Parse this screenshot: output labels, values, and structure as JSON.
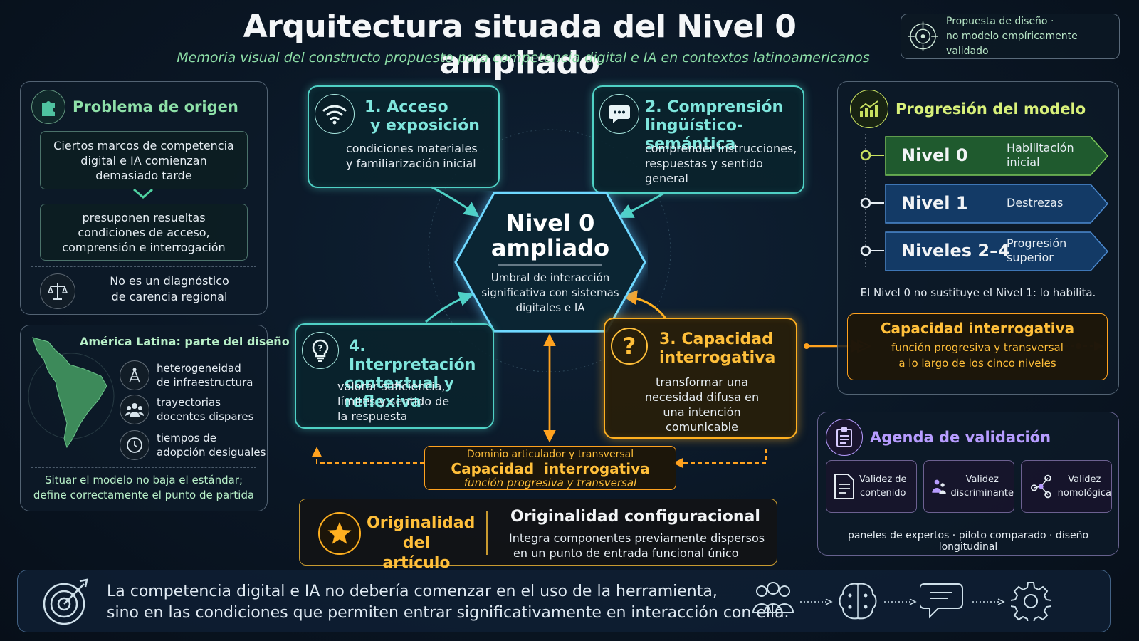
{
  "header": {
    "title": "Arquitectura situada del Nivel 0 ampliado",
    "subtitle": "Memoria visual del constructo propuesto para competencia digital e IA en contextos latinoamericanos",
    "badge_line1": "Propuesta de diseño ·",
    "badge_line2": "no modelo empíricamente validado"
  },
  "problem": {
    "title": "Problema de origen",
    "box1": "Ciertos marcos de competencia digital e IA comienzan demasiado tarde",
    "box2": "presuponen resueltas condiciones de acceso, comprensión e interrogación",
    "note_line1": "No es un diagnóstico",
    "note_line2": "de carencia regional"
  },
  "latam": {
    "title": "América Latina: parte del diseño",
    "items": [
      {
        "line1": "heterogeneidad",
        "line2": "de infraestructura"
      },
      {
        "line1": "trayectorias",
        "line2": "docentes dispares"
      },
      {
        "line1": "tiempos de",
        "line2": "adopción desiguales"
      }
    ],
    "footer_line1": "Situar el modelo no baja el estándar;",
    "footer_line2": "define correctamente el punto de partida"
  },
  "center": {
    "title_line1": "Nivel 0",
    "title_line2": "ampliado",
    "desc_line1": "Umbral de interacción",
    "desc_line2": "significativa con sistemas",
    "desc_line3": "digitales e IA"
  },
  "nodes": {
    "n1": {
      "title_line1": "1. Acceso",
      "title_line2": "y exposición",
      "desc_line1": "condiciones materiales",
      "desc_line2": "y familiarización inicial"
    },
    "n2": {
      "title_line1": "2. Comprensión",
      "title_line2": "lingüístico-semántica",
      "desc_line1": "comprender instrucciones,",
      "desc_line2": "respuestas y sentido",
      "desc_line3": "general"
    },
    "n3": {
      "title_line1": "3. Capacidad",
      "title_line2": "interrogativa",
      "desc_line1": "transformar una",
      "desc_line2": "necesidad difusa en",
      "desc_line3": "una intención",
      "desc_line4": "comunicable"
    },
    "n4": {
      "title_line1": "4. Interpretación",
      "title_line2": "contextual y reflexiva",
      "desc_line1": "valorar suficiencia,",
      "desc_line2": "límites y sentido de",
      "desc_line3": "la respuesta"
    }
  },
  "domain": {
    "line1": "Dominio articulador y transversal",
    "line2": "Capacidad  interrogativa",
    "line3": "función progresiva y transversal"
  },
  "originality": {
    "label_line1": "Originalidad",
    "label_line2": "del artículo",
    "title": "Originalidad configuracional",
    "desc_line1": "Integra componentes previamente dispersos",
    "desc_line2": "en un punto de entrada funcional único"
  },
  "progression": {
    "title": "Progresión del modelo",
    "levels": [
      {
        "name": "Nivel 0",
        "desc_line1": "Habilitación",
        "desc_line2": "inicial",
        "color": "#1f5a2e"
      },
      {
        "name": "Nivel 1",
        "desc_line1": "Destrezas",
        "desc_line2": "",
        "color": "#133a66"
      },
      {
        "name": "Niveles 2–4",
        "desc_line1": "Progresión",
        "desc_line2": "superior",
        "color": "#133a66"
      }
    ],
    "note": "El Nivel 0 no sustituye el Nivel 1: lo habilita.",
    "cap_title": "Capacidad interrogativa",
    "cap_line1": "función progresiva y transversal",
    "cap_line2": "a lo largo de los cinco niveles"
  },
  "validation": {
    "title": "Agenda de validación",
    "cards": [
      {
        "line1": "Validez de",
        "line2": "contenido",
        "icon": "document-icon"
      },
      {
        "line1": "Validez",
        "line2": "discriminante",
        "icon": "people-icon"
      },
      {
        "line1": "Validez",
        "line2": "nomológica",
        "icon": "network-icon"
      }
    ],
    "footer": "paneles de expertos · piloto comparado · diseño longitudinal"
  },
  "footer": {
    "line1": "La competencia digital e IA no debería comenzar en el uso de la herramienta,",
    "line2": "sino en las condiciones que permiten entrar significativamente en interacción con ella."
  },
  "colors": {
    "teal": "#4fd1c5",
    "orange": "#ffb020",
    "green": "#8ee0a8",
    "purple": "#b79cff"
  }
}
